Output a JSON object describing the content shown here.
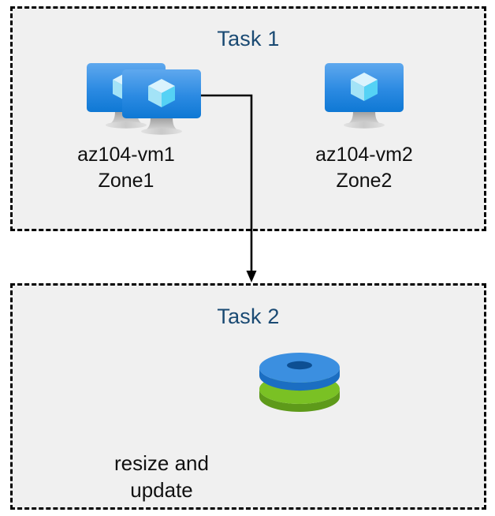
{
  "diagram": {
    "title": "Azure VM tasks diagram",
    "background_color": "#ffffff",
    "panel_fill": "#f0f0f0",
    "panel_border_color": "#000000",
    "title_color": "#1a4a73",
    "label_color": "#111111",
    "connector_color": "#000000"
  },
  "panels": [
    {
      "id": "task1",
      "title": "Task 1",
      "nodes": [
        {
          "id": "vm1",
          "icon": "virtual-machine-icon",
          "label": "az104-vm1\nZone1",
          "name": "az104-vm1",
          "zone": "Zone1"
        },
        {
          "id": "vm2",
          "icon": "virtual-machine-icon",
          "label": "az104-vm2\nZone2",
          "name": "az104-vm2",
          "zone": "Zone2"
        }
      ]
    },
    {
      "id": "task2",
      "title": "Task 2",
      "nodes": [
        {
          "id": "vm3",
          "icon": "virtual-machine-icon",
          "label": "resize and update"
        },
        {
          "id": "disks",
          "icon": "managed-disks-icon",
          "label": ""
        }
      ]
    }
  ],
  "connector": {
    "from": "vm1",
    "to": "task2",
    "style": "elbow-arrow",
    "arrowhead": "down"
  },
  "icon_colors": {
    "monitor_top": "#55a2ea",
    "monitor_bottom": "#0f78d4",
    "monitor_stand": "#b3b3b3",
    "cube_top": "#daf3fd",
    "cube_left": "#a3e3f7",
    "cube_right": "#55d2f5",
    "disk_blue_top": "#3b8fe0",
    "disk_blue_side": "#1b6ec2",
    "disk_blue_hole": "#0d4f93",
    "disk_green_top": "#7ac124",
    "disk_green_side": "#5e9a1a",
    "disk_green_hole": "#4e8716"
  }
}
